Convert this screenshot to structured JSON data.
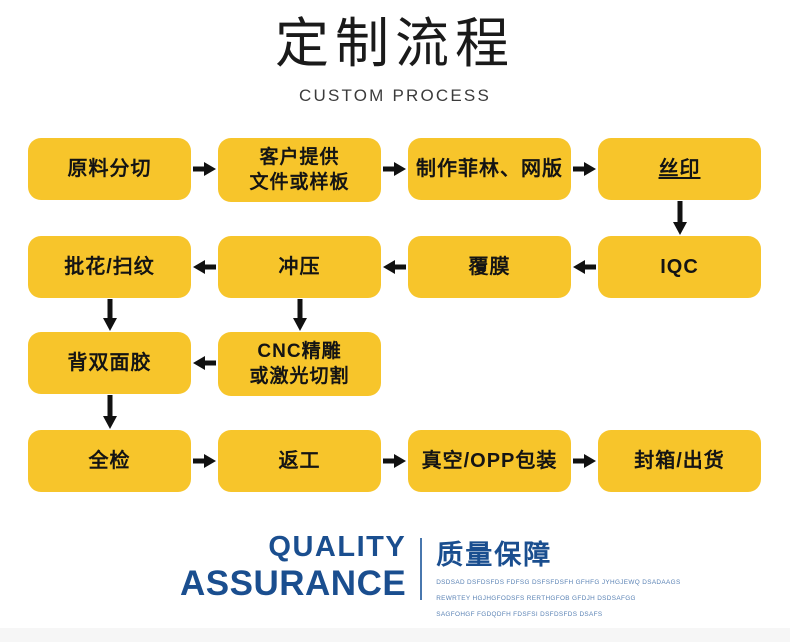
{
  "header": {
    "title_cn": "定制流程",
    "title_en": "CUSTOM PROCESS"
  },
  "colors": {
    "node_fill": "#F7C52B",
    "node_text": "#141414",
    "arrow": "#111111",
    "brand_blue": "#1A4E8F",
    "sub_blue": "#5B83B5",
    "background": "#FFFFFF"
  },
  "flow": {
    "nodes": [
      {
        "id": "n1",
        "label": "原料分切",
        "row": 1,
        "col": 1
      },
      {
        "id": "n2",
        "label_line1": "客户提供",
        "label_line2": "文件或样板",
        "row": 1,
        "col": 2
      },
      {
        "id": "n3",
        "label": "制作菲林、网版",
        "row": 1,
        "col": 3
      },
      {
        "id": "n4",
        "label": "丝印",
        "row": 1,
        "col": 4,
        "underline": true
      },
      {
        "id": "n5",
        "label": "批花/扫纹",
        "row": 2,
        "col": 1
      },
      {
        "id": "n6",
        "label": "冲压",
        "row": 2,
        "col": 2
      },
      {
        "id": "n7",
        "label": "覆膜",
        "row": 2,
        "col": 3
      },
      {
        "id": "n8",
        "label": "IQC",
        "row": 2,
        "col": 4
      },
      {
        "id": "n9",
        "label": "背双面胶",
        "row": 3,
        "col": 1
      },
      {
        "id": "n10",
        "label_line1": "CNC精雕",
        "label_line2": "或激光切割",
        "row": 3,
        "col": 2
      },
      {
        "id": "n11",
        "label": "全检",
        "row": 4,
        "col": 1
      },
      {
        "id": "n12",
        "label": "返工",
        "row": 4,
        "col": 2
      },
      {
        "id": "n13",
        "label": "真空/OPP包装",
        "row": 4,
        "col": 3
      },
      {
        "id": "n14",
        "label": "封箱/出货",
        "row": 4,
        "col": 4
      }
    ],
    "edges": [
      {
        "from": "n1",
        "to": "n2",
        "dir": "right"
      },
      {
        "from": "n2",
        "to": "n3",
        "dir": "right"
      },
      {
        "from": "n3",
        "to": "n4",
        "dir": "right"
      },
      {
        "from": "n4",
        "to": "n8",
        "dir": "down"
      },
      {
        "from": "n8",
        "to": "n7",
        "dir": "left"
      },
      {
        "from": "n7",
        "to": "n6",
        "dir": "left"
      },
      {
        "from": "n6",
        "to": "n5",
        "dir": "left"
      },
      {
        "from": "n6",
        "to": "n10",
        "dir": "down"
      },
      {
        "from": "n5",
        "to": "n9",
        "dir": "down"
      },
      {
        "from": "n10",
        "to": "n9",
        "dir": "left"
      },
      {
        "from": "n9",
        "to": "n11",
        "dir": "down"
      },
      {
        "from": "n11",
        "to": "n12",
        "dir": "right"
      },
      {
        "from": "n12",
        "to": "n13",
        "dir": "right"
      },
      {
        "from": "n13",
        "to": "n14",
        "dir": "right"
      }
    ]
  },
  "footer": {
    "quality": "QUALITY",
    "assurance": "ASSURANCE",
    "cn": "质量保障",
    "sub_line1": "DSDSAD DSFDSFDS FDFSG DSFSFDSFH GFHFG JYHGJEWQ DSADAAGS",
    "sub_line2": "REWRTEY HGJHGFODSFS RERTHGFOB GFDJH DSDSAFGG",
    "sub_line3": "SAGFOHGF FGDQDFH FDSFSI DSFDSFDS DSAFS"
  }
}
